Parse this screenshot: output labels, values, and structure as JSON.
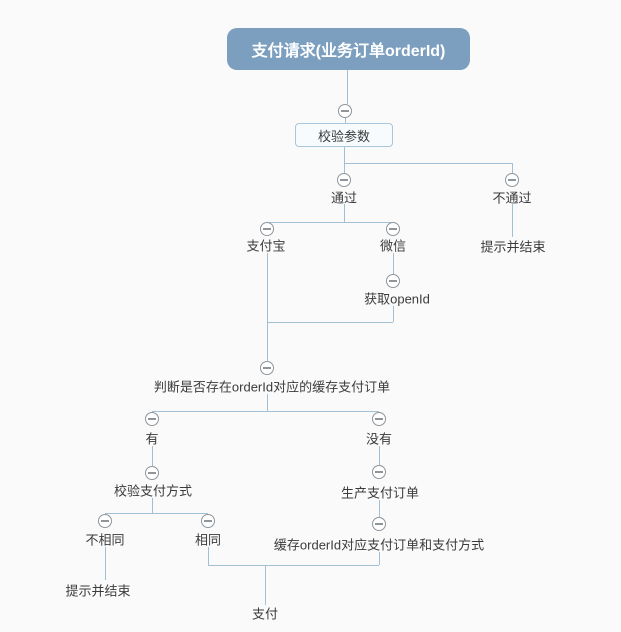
{
  "colors": {
    "canvas_bg": "#fafafa",
    "line": "#a3bfd4",
    "root_fill": "#7c9fbf",
    "root_text": "#ffffff",
    "box_fill": "#f8fbfd",
    "box_border": "#a8c6dc",
    "node_text": "#3b3b3b",
    "collapse": "#8e959b"
  },
  "icons": {
    "collapse": "minus-circle-icon"
  },
  "nodes": {
    "root": {
      "label": "支付请求(业务订单orderId)"
    },
    "validate_params": {
      "label": "校验参数"
    },
    "pass": {
      "label": "通过"
    },
    "fail": {
      "label": "不通过"
    },
    "fail_end": {
      "label": "提示并结束"
    },
    "alipay": {
      "label": "支付宝"
    },
    "wechat": {
      "label": "微信"
    },
    "get_openid": {
      "label": "获取openId"
    },
    "check_cached_order": {
      "label": "判断是否存在orderId对应的缓存支付订单"
    },
    "has_cache": {
      "label": "有"
    },
    "no_cache": {
      "label": "没有"
    },
    "verify_pay_method": {
      "label": "校验支付方式"
    },
    "not_same": {
      "label": "不相同"
    },
    "same": {
      "label": "相同"
    },
    "not_same_end": {
      "label": "提示并结束"
    },
    "create_pay_order": {
      "label": "生产支付订单"
    },
    "cache_pay_order": {
      "label": "缓存orderId对应支付订单和支付方式"
    },
    "pay": {
      "label": "支付"
    }
  },
  "edges": [
    [
      "root",
      "validate_params"
    ],
    [
      "validate_params",
      "pass"
    ],
    [
      "validate_params",
      "fail"
    ],
    [
      "fail",
      "fail_end"
    ],
    [
      "pass",
      "alipay"
    ],
    [
      "pass",
      "wechat"
    ],
    [
      "wechat",
      "get_openid"
    ],
    [
      "alipay",
      "check_cached_order"
    ],
    [
      "get_openid",
      "check_cached_order"
    ],
    [
      "check_cached_order",
      "has_cache"
    ],
    [
      "check_cached_order",
      "no_cache"
    ],
    [
      "has_cache",
      "verify_pay_method"
    ],
    [
      "verify_pay_method",
      "not_same"
    ],
    [
      "verify_pay_method",
      "same"
    ],
    [
      "not_same",
      "not_same_end"
    ],
    [
      "no_cache",
      "create_pay_order"
    ],
    [
      "create_pay_order",
      "cache_pay_order"
    ],
    [
      "same",
      "pay"
    ],
    [
      "cache_pay_order",
      "pay"
    ]
  ]
}
